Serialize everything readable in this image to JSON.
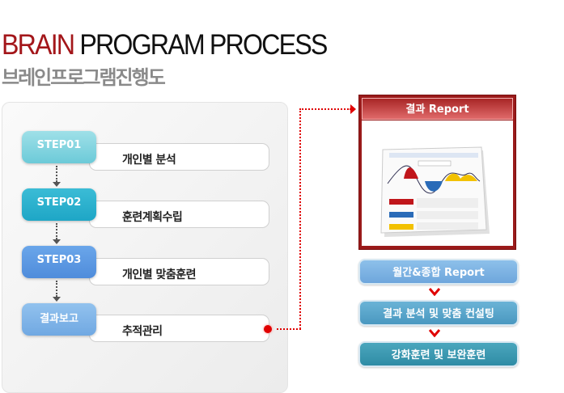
{
  "header": {
    "title_highlight": "BRAIN",
    "title_rest": " PROGRAM PROCESS",
    "subtitle": "브레인프로그램진행도"
  },
  "steps": [
    {
      "badge": "STEP01",
      "label": "개인별 분석",
      "color": "#7dd0dc"
    },
    {
      "badge": "STEP02",
      "label": "훈련계획수립",
      "color": "#27aecb"
    },
    {
      "badge": "STEP03",
      "label": "개인별 맞춤훈련",
      "color": "#5b97e0"
    },
    {
      "badge": "결과보고",
      "label": "추적관리",
      "color": "#7fb3e6"
    }
  ],
  "report": {
    "title": "결과 Report"
  },
  "outcomes": [
    {
      "label": "월간&종합 Report",
      "color": "#7cb2e2"
    },
    {
      "label": "결과 분석 및 맞춤 컨설팅",
      "color": "#55a2c8"
    },
    {
      "label": "강화훈련 및 보완훈련",
      "color": "#3996ad"
    }
  ],
  "accent": "#e00000"
}
